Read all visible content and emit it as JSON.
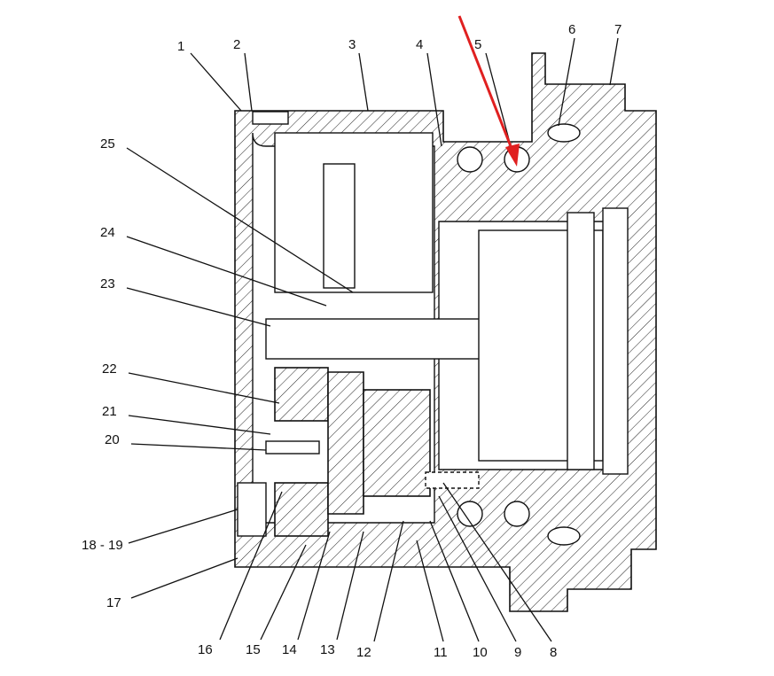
{
  "diagram": {
    "title": "Final drive cross-section",
    "callouts": [
      {
        "id": "1",
        "text": "1"
      },
      {
        "id": "2",
        "text": "2"
      },
      {
        "id": "3",
        "text": "3"
      },
      {
        "id": "4",
        "text": "4"
      },
      {
        "id": "5",
        "text": "5"
      },
      {
        "id": "6",
        "text": "6"
      },
      {
        "id": "7",
        "text": "7"
      },
      {
        "id": "8",
        "text": "8"
      },
      {
        "id": "9",
        "text": "9"
      },
      {
        "id": "10",
        "text": "10"
      },
      {
        "id": "11",
        "text": "11"
      },
      {
        "id": "12",
        "text": "12"
      },
      {
        "id": "13",
        "text": "13"
      },
      {
        "id": "14",
        "text": "14"
      },
      {
        "id": "15",
        "text": "15"
      },
      {
        "id": "16",
        "text": "16"
      },
      {
        "id": "17",
        "text": "17"
      },
      {
        "id": "18-19",
        "text": "18 - 19"
      },
      {
        "id": "20",
        "text": "20"
      },
      {
        "id": "21",
        "text": "21"
      },
      {
        "id": "22",
        "text": "22"
      },
      {
        "id": "23",
        "text": "23"
      },
      {
        "id": "24",
        "text": "24"
      },
      {
        "id": "25",
        "text": "25"
      }
    ],
    "highlight": {
      "target": "5",
      "color": "#e02020"
    }
  }
}
